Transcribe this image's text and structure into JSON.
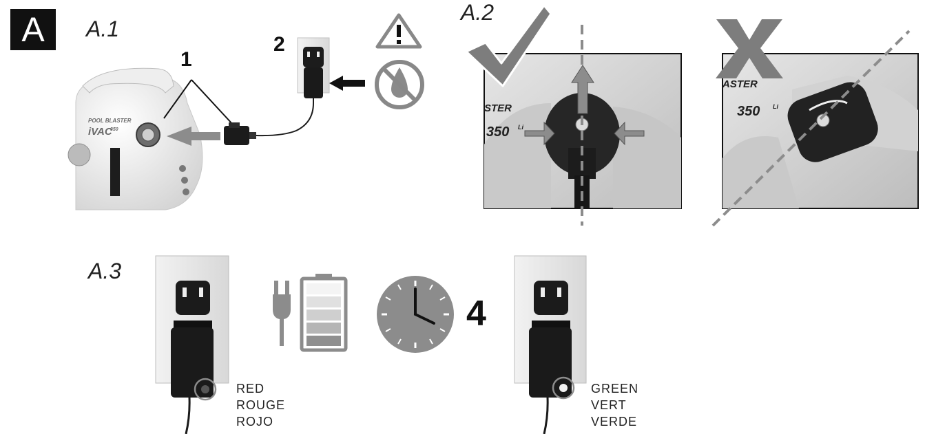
{
  "section": {
    "label": "A"
  },
  "steps": {
    "a1": {
      "label": "A.1",
      "callout_1": "1",
      "callout_2": "2"
    },
    "a2": {
      "label": "A.2"
    },
    "a3": {
      "label": "A.3",
      "hours": "4"
    }
  },
  "device": {
    "brand_small": "POOL BLASTER",
    "brand_large": "iVAC",
    "brand_suffix": "350",
    "model_left": "350",
    "model_right": "350",
    "model_sup": "Li",
    "brand_cut_left": "STER",
    "brand_cut_right": "ASTER"
  },
  "indicator": {
    "red": [
      "RED",
      "ROUGE",
      "ROJO"
    ],
    "green": [
      "GREEN",
      "VERT",
      "VERDE"
    ]
  },
  "colors": {
    "arrow_gray": "#8c8c8c",
    "check_gray": "#7a7a7a",
    "photo_bg": "#d9d9d9",
    "ink": "#111111"
  }
}
